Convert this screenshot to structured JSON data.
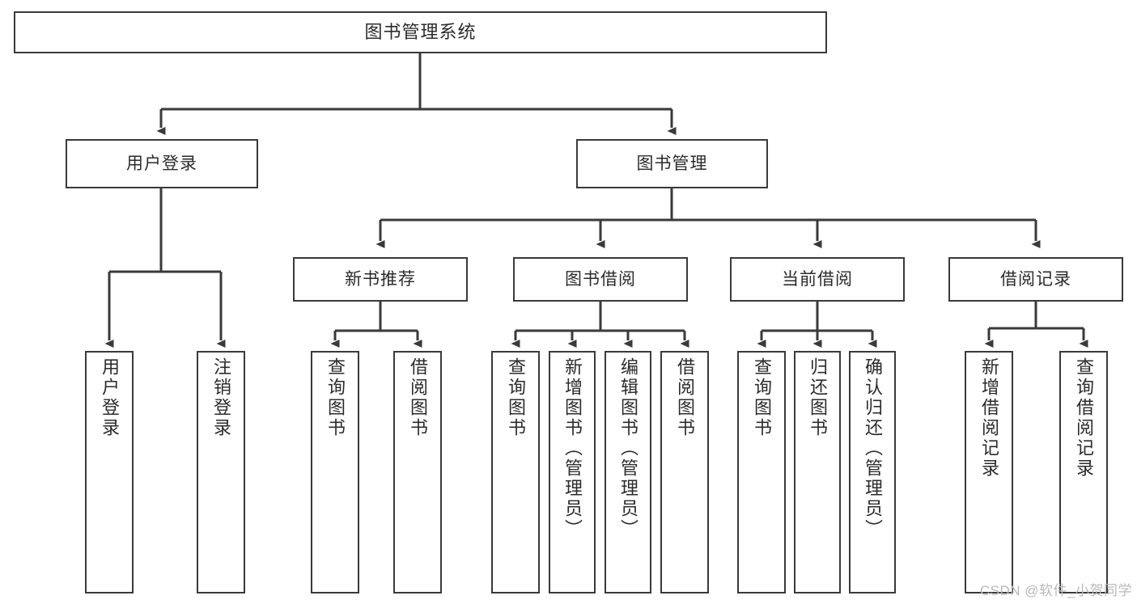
{
  "diagram": {
    "title": "图书管理系统",
    "type": "functional-structure-tree",
    "watermark": "CSDN @软件_小贺同学",
    "colors": {
      "border": "#3a3a3a",
      "fill": "#ffffff",
      "text": "#2b2b2b",
      "edge": "#3a3a3a",
      "watermark": "#b9b9b9"
    },
    "levels": [
      {
        "level": 1,
        "nodes": [
          {
            "id": "root",
            "label": "图书管理系统"
          }
        ]
      },
      {
        "level": 2,
        "nodes": [
          {
            "id": "login",
            "label": "用户登录",
            "parent": "root"
          },
          {
            "id": "bookmgmt",
            "label": "图书管理",
            "parent": "root"
          }
        ]
      },
      {
        "level": 3,
        "nodes": [
          {
            "id": "newbook",
            "label": "新书推荐",
            "parent": "bookmgmt"
          },
          {
            "id": "borrow",
            "label": "图书借阅",
            "parent": "bookmgmt"
          },
          {
            "id": "current",
            "label": "当前借阅",
            "parent": "bookmgmt"
          },
          {
            "id": "records",
            "label": "借阅记录",
            "parent": "bookmgmt"
          }
        ]
      },
      {
        "level": 4,
        "nodes": [
          {
            "id": "leaf1",
            "label": "用户登录",
            "parent": "login"
          },
          {
            "id": "leaf2",
            "label": "注销登录",
            "parent": "login"
          },
          {
            "id": "leaf3",
            "label": "查询图书",
            "parent": "newbook"
          },
          {
            "id": "leaf4",
            "label": "借阅图书",
            "parent": "newbook"
          },
          {
            "id": "leaf5",
            "label": "查询图书",
            "parent": "borrow"
          },
          {
            "id": "leaf6",
            "label": "新增图书（管理员）",
            "parent": "borrow"
          },
          {
            "id": "leaf7",
            "label": "编辑图书（管理员）",
            "parent": "borrow"
          },
          {
            "id": "leaf8",
            "label": "借阅图书",
            "parent": "borrow"
          },
          {
            "id": "leaf9",
            "label": "查询图书",
            "parent": "current"
          },
          {
            "id": "leaf10",
            "label": "归还图书",
            "parent": "current"
          },
          {
            "id": "leaf11",
            "label": "确认归还（管理员）",
            "parent": "current"
          },
          {
            "id": "leaf12",
            "label": "新增借阅记录",
            "parent": "records"
          },
          {
            "id": "leaf13",
            "label": "查询借阅记录",
            "parent": "records"
          }
        ]
      }
    ]
  }
}
